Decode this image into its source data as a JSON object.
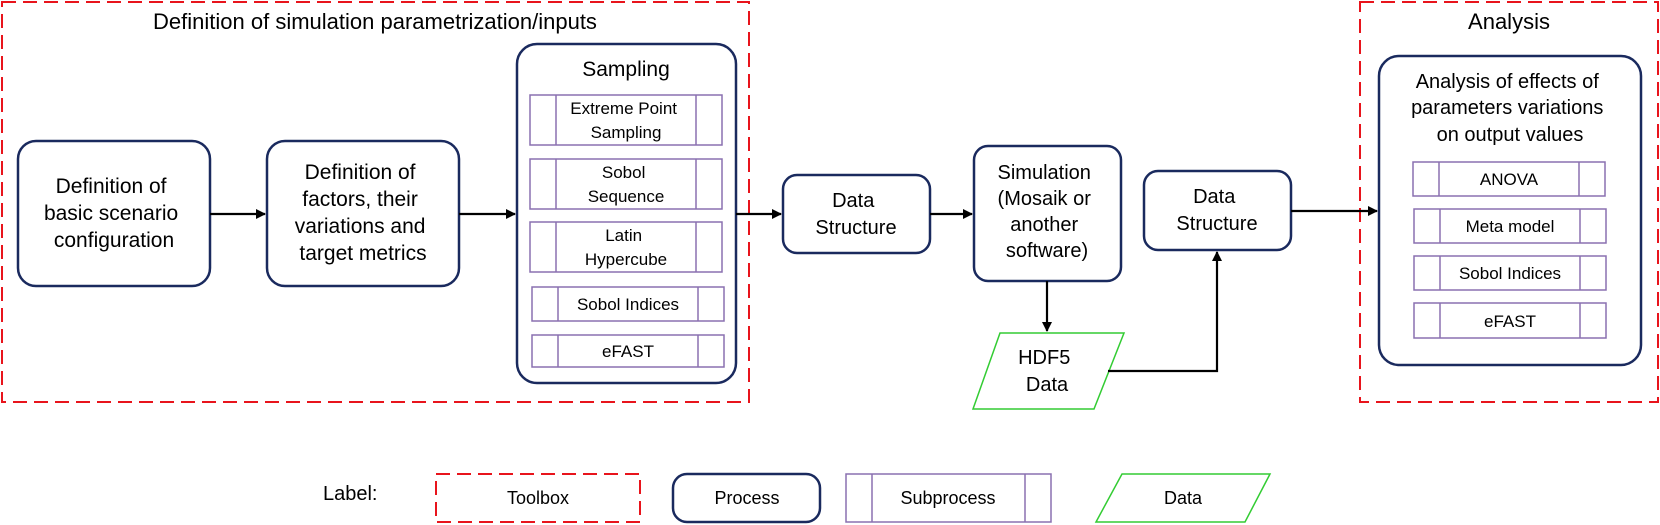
{
  "toolboxes": {
    "definition_title": "Definition of simulation parametrization/inputs",
    "analysis_title": "Analysis"
  },
  "processes": {
    "basic_scenario": [
      "Definition of",
      "basic scenario",
      "configuration"
    ],
    "factors": [
      "Definition of",
      "factors, their",
      "variations and",
      "target metrics"
    ],
    "sampling_title": "Sampling",
    "data_structure_1": [
      "Data",
      "Structure"
    ],
    "simulation": [
      "Simulation",
      "(Mosaik or",
      "another",
      "software)"
    ],
    "data_structure_2": [
      "Data",
      "Structure"
    ],
    "analysis_effects": [
      "Analysis of effects of",
      "parameters variations",
      "on output values"
    ]
  },
  "sampling_methods": [
    [
      "Extreme Point",
      "Sampling"
    ],
    [
      "Sobol",
      "Sequence"
    ],
    [
      "Latin",
      "Hypercube"
    ],
    [
      "Sobol Indices"
    ],
    [
      "eFAST"
    ]
  ],
  "analysis_methods": [
    "ANOVA",
    "Meta model",
    "Sobol Indices",
    "eFAST"
  ],
  "data_node": [
    "HDF5",
    "Data"
  ],
  "legend": {
    "label": "Label:",
    "toolbox": "Toolbox",
    "process": "Process",
    "subprocess": "Subprocess",
    "data": "Data"
  },
  "colors": {
    "toolbox": "#e8141c",
    "process": "#1a2a5e",
    "subprocess": "#8a70b0",
    "data": "#33cc33"
  }
}
